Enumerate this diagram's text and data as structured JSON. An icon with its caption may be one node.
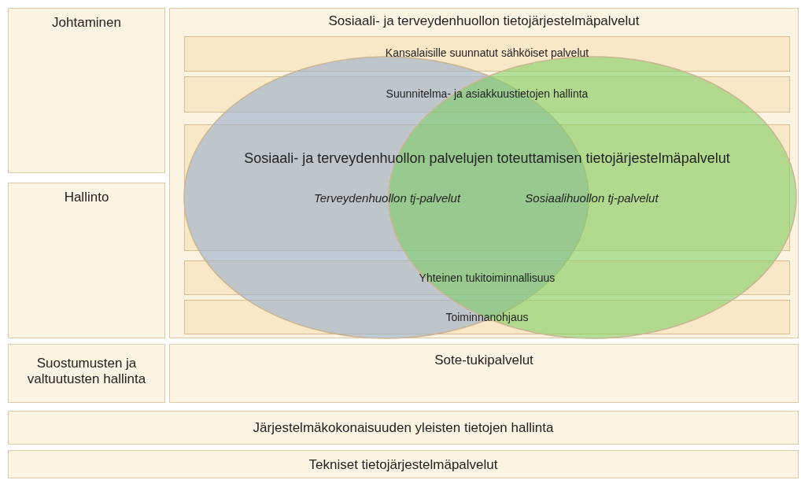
{
  "diagram": {
    "nodes": [
      {
        "text": [
          "Johtaminen"
        ]
      },
      {
        "text": [
          "Sosiaali- ja terveydenhuollon tietojärjestelmäpalvelut"
        ]
      },
      {
        "text": [
          "Kansalaisille suunnatut sähköiset palvelut"
        ],
        "in": 1
      },
      {
        "text": [
          "Suunnitelma- ja asiakkuustietojen hallinta"
        ],
        "in": 1
      },
      {
        "text": [
          "Sosiaali- ja terveydenhuollon palvelujen toteuttamisen tietojärjestelmäpalvelut",
          "Terveydenhuollon tj-palvelut",
          "Sosiaalihuollon tj-palvelut"
        ],
        "in": 1
      },
      {
        "text": [],
        "shape": "ellipse",
        "in": 1
      },
      {
        "text": [],
        "shape": "ellipse",
        "in": 1
      },
      {
        "text": [
          "Yhteinen tukitoiminnallisuus"
        ],
        "in": 1
      },
      {
        "text": [
          "Toiminnanohjaus"
        ],
        "in": 1
      },
      {
        "text": [
          "Hallinto"
        ]
      },
      {
        "text": [
          "Suostumusten ja valtuutusten hallinta"
        ]
      },
      {
        "text": [
          "Sote-tukipalvelut"
        ]
      },
      {
        "text": [
          "Järjestelmäkokonaisuuden yleisten tietojen hallinta"
        ]
      },
      {
        "text": [
          "Tekniset tietojärjestelmäpalvelut"
        ]
      }
    ],
    "edges": []
  }
}
